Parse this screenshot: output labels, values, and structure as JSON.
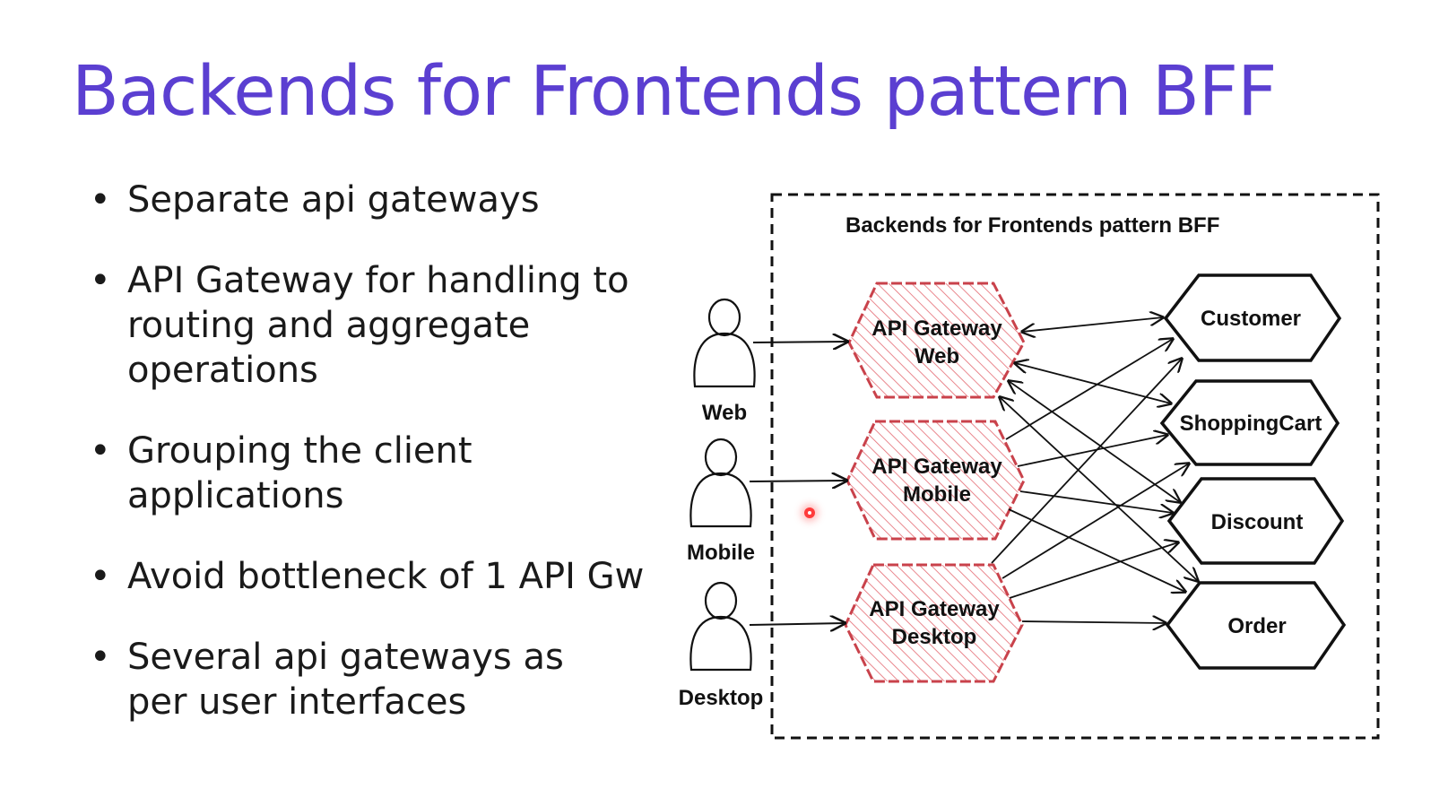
{
  "slide": {
    "title": "Backends for Frontends pattern BFF",
    "bullets": [
      "Separate api gateways",
      "API Gateway for handling to routing and aggregate operations",
      "Grouping the client applications",
      "Avoid bottleneck of 1 API Gw",
      "Several api gateways as per user interfaces"
    ]
  },
  "diagram": {
    "title": "Backends for Frontends pattern BFF",
    "clients": [
      "Web",
      "Mobile",
      "Desktop"
    ],
    "gateways": [
      {
        "line1": "API Gateway",
        "line2": "Web"
      },
      {
        "line1": "API Gateway",
        "line2": "Mobile"
      },
      {
        "line1": "API Gateway",
        "line2": "Desktop"
      }
    ],
    "services": [
      "Customer",
      "ShoppingCart",
      "Discount",
      "Order"
    ],
    "colors": {
      "gateway_hatch": "#d9434e",
      "title": "#5b3fd1"
    }
  }
}
